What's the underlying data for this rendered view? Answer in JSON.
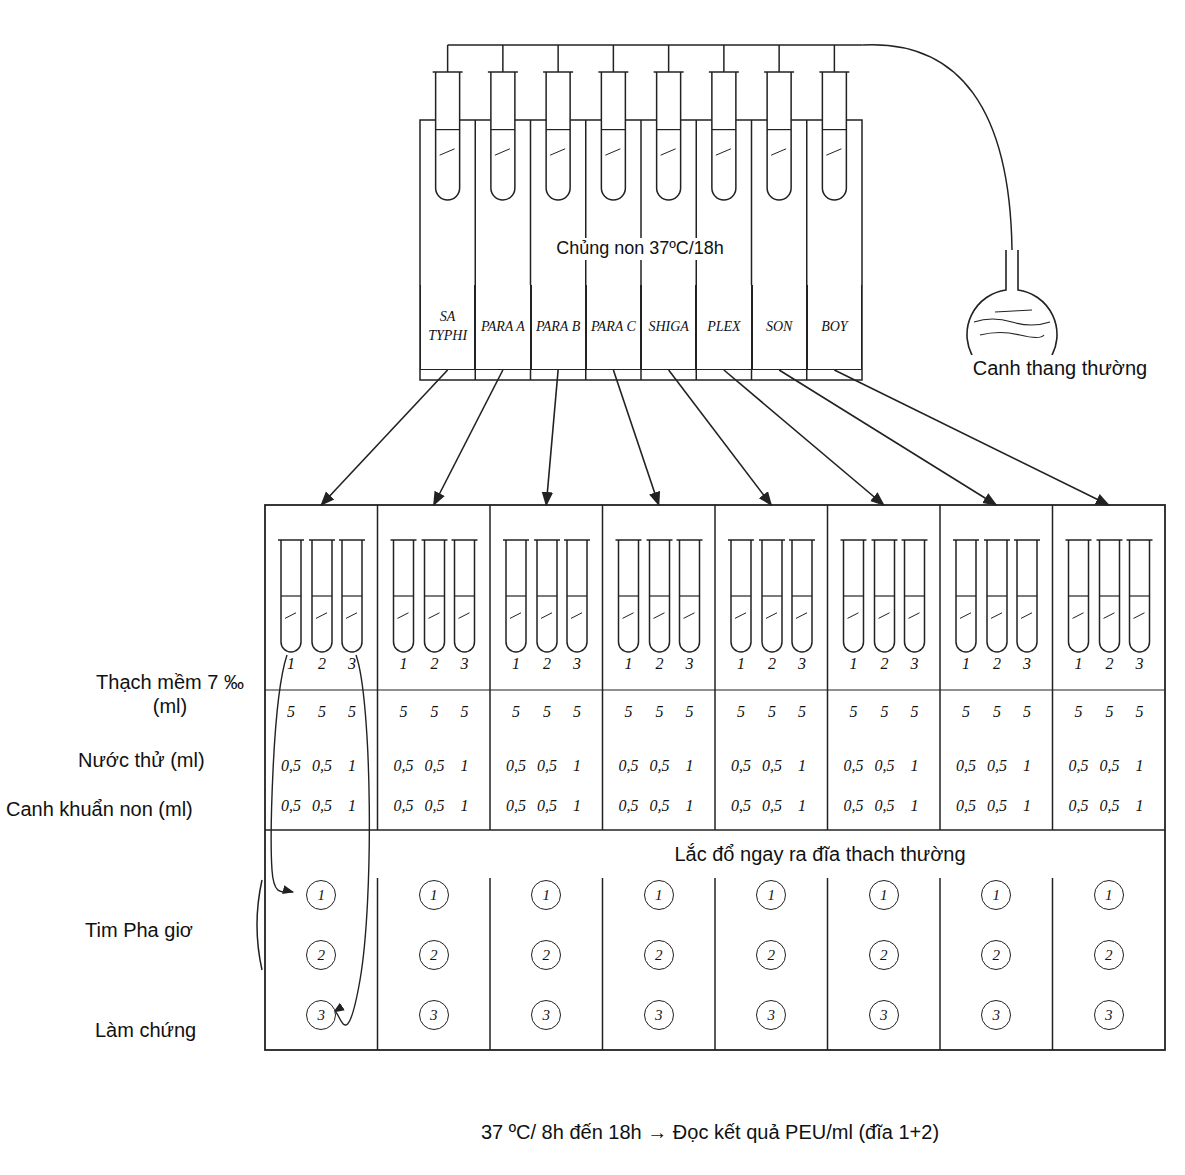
{
  "diagram": {
    "caption": "37 ºC/ 8h đến 18h → Đọc kết quả PEU/ml (đĩa 1+2)",
    "nodes": [
      {
        "text": [
          "Canh thang thường"
        ]
      },
      {
        "text": [
          "SA TYPHI"
        ]
      },
      {
        "text": [
          "PARA A"
        ]
      },
      {
        "text": [
          "PARA B"
        ]
      },
      {
        "text": [
          "PARA C"
        ]
      },
      {
        "text": [
          "SHIGA"
        ]
      },
      {
        "text": [
          "PLEX"
        ]
      },
      {
        "text": [
          "SON"
        ]
      },
      {
        "text": [
          "BOY"
        ]
      },
      {
        "text": [
          "1",
          "2",
          "3",
          "5",
          "5",
          "5",
          "0,5",
          "0,5",
          "1",
          "0,5",
          "0,5",
          "1"
        ]
      },
      {
        "text": [
          "1",
          "2",
          "3",
          "5",
          "5",
          "5",
          "0,5",
          "0,5",
          "1",
          "0,5",
          "0,5",
          "1"
        ]
      },
      {
        "text": [
          "1",
          "2",
          "3",
          "5",
          "5",
          "5",
          "0,5",
          "0,5",
          "1",
          "0,5",
          "0,5",
          "1"
        ]
      },
      {
        "text": [
          "1",
          "2",
          "3",
          "5",
          "5",
          "5",
          "0,5",
          "0,5",
          "1",
          "0,5",
          "0,5",
          "1"
        ]
      },
      {
        "text": [
          "1",
          "2",
          "3",
          "5",
          "5",
          "5",
          "0,5",
          "0,5",
          "1",
          "0,5",
          "0,5",
          "1"
        ]
      },
      {
        "text": [
          "1",
          "2",
          "3",
          "5",
          "5",
          "5",
          "0,5",
          "0,5",
          "1",
          "0,5",
          "0,5",
          "1"
        ]
      },
      {
        "text": [
          "1",
          "2",
          "3",
          "5",
          "5",
          "5",
          "0,5",
          "0,5",
          "1",
          "0,5",
          "0,5",
          "1"
        ]
      },
      {
        "text": [
          "1",
          "2",
          "3",
          "5",
          "5",
          "5",
          "0,5",
          "0,5",
          "1",
          "0,5",
          "0,5",
          "1"
        ]
      },
      {
        "text": [
          "1"
        ]
      },
      {
        "text": [
          "2"
        ]
      },
      {
        "text": [
          "3"
        ]
      },
      {
        "text": [
          "1"
        ]
      },
      {
        "text": [
          "2"
        ]
      },
      {
        "text": [
          "3"
        ]
      },
      {
        "text": [
          "1"
        ]
      },
      {
        "text": [
          "2"
        ]
      },
      {
        "text": [
          "3"
        ]
      },
      {
        "text": [
          "1"
        ]
      },
      {
        "text": [
          "2"
        ]
      },
      {
        "text": [
          "3"
        ]
      },
      {
        "text": [
          "1"
        ]
      },
      {
        "text": [
          "2"
        ]
      },
      {
        "text": [
          "3"
        ]
      },
      {
        "text": [
          "1"
        ]
      },
      {
        "text": [
          "2"
        ]
      },
      {
        "text": [
          "3"
        ]
      },
      {
        "text": [
          "1"
        ]
      },
      {
        "text": [
          "2"
        ]
      },
      {
        "text": [
          "3"
        ]
      },
      {
        "text": [
          "1"
        ]
      },
      {
        "text": [
          "2"
        ]
      },
      {
        "text": [
          "3"
        ]
      }
    ],
    "edges": [
      {
        "from": 1,
        "to": 9,
        "arrow": "to"
      },
      {
        "from": 2,
        "to": 10,
        "arrow": "to"
      },
      {
        "from": 3,
        "to": 11,
        "arrow": "to"
      },
      {
        "from": 4,
        "to": 12,
        "arrow": "to"
      },
      {
        "from": 5,
        "to": 13,
        "arrow": "to"
      },
      {
        "from": 6,
        "to": 14,
        "arrow": "to"
      },
      {
        "from": 7,
        "to": 15,
        "arrow": "to"
      },
      {
        "from": 8,
        "to": 16,
        "arrow": "to"
      }
    ],
    "labels": [
      "Chủng non 37ºC/18h",
      "Thạch mềm 7 ‰ (ml)",
      "Nước thử (ml)",
      "Canh khuẩn non (ml)",
      "Lắc đổ ngay ra đĩa thach thường",
      "Tim Pha giơ",
      "Làm chứng"
    ]
  }
}
